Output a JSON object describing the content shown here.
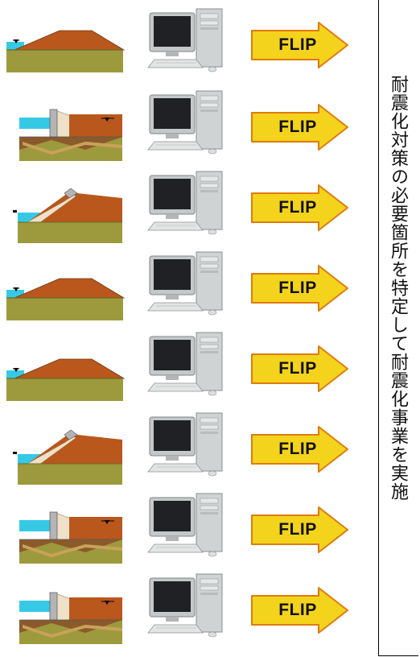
{
  "rows": [
    {
      "section": "embankment",
      "label": "FLIP"
    },
    {
      "section": "wall_right",
      "label": "FLIP"
    },
    {
      "section": "dike_left",
      "label": "FLIP"
    },
    {
      "section": "embankment",
      "label": "FLIP"
    },
    {
      "section": "embankment",
      "label": "FLIP"
    },
    {
      "section": "dike_left",
      "label": "FLIP"
    },
    {
      "section": "wall_right",
      "label": "FLIP"
    },
    {
      "section": "wall_right",
      "label": "FLIP"
    }
  ],
  "side_text": "耐震化対策の必要箇所を特定して耐震化事業を実施",
  "colors": {
    "water": "#35c9e6",
    "fill": "#b9571c",
    "ground": "#9d9a3d",
    "sand": "#efe1c8",
    "concrete": "#b4b4b4",
    "brown_layer": "#8b5a2b",
    "arrow_fill": "#f4d31c",
    "arrow_edge": "#e07a10"
  }
}
